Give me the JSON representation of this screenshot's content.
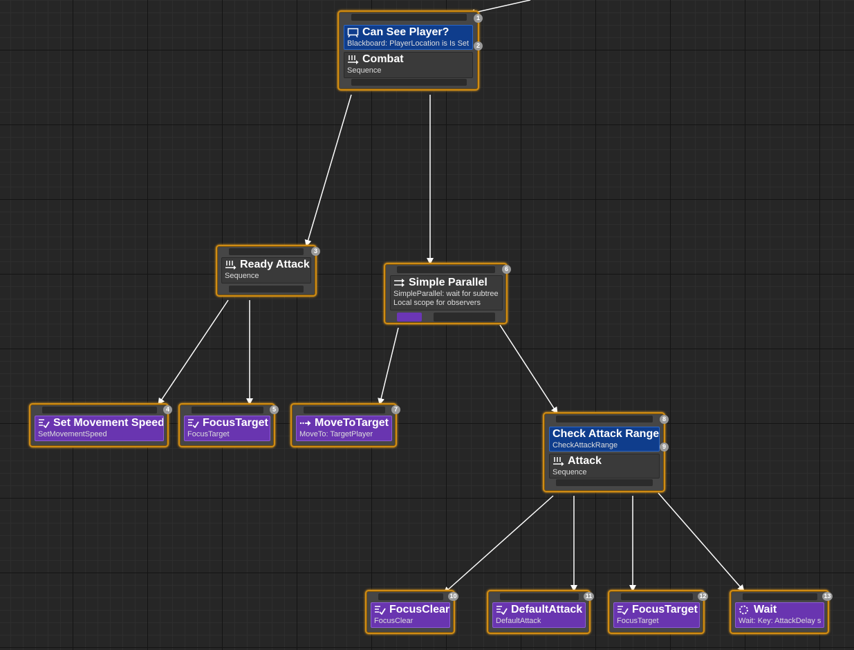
{
  "colors": {
    "node_border": "#d08c14",
    "decorator": "#0f3d8c",
    "composite": "#3a3a3a",
    "task": "#6935b0",
    "edge": "#ffffff",
    "grid": "#262626"
  },
  "nodes": {
    "combat": {
      "decorator_title": "Can See Player?",
      "decorator_sub": "Blackboard: PlayerLocation is Is Set",
      "decorator_badge": "2",
      "title": "Combat",
      "sub": "Sequence",
      "badge": "1",
      "icon": "sequence-icon"
    },
    "ready_attack": {
      "title": "Ready Attack",
      "sub": "Sequence",
      "badge": "3",
      "icon": "sequence-icon"
    },
    "simple_parallel": {
      "title": "Simple Parallel",
      "sub": "SimpleParallel: wait for subtree",
      "sub2": "Local scope for observers",
      "badge": "6",
      "icon": "parallel-icon"
    },
    "set_movement_speed": {
      "title": "Set Movement Speed",
      "sub": "SetMovementSpeed",
      "badge": "4",
      "icon": "task-icon"
    },
    "focus_target_1": {
      "title": "FocusTarget",
      "sub": "FocusTarget",
      "badge": "5",
      "icon": "task-icon"
    },
    "move_to_target": {
      "title": "MoveToTarget",
      "sub": "MoveTo: TargetPlayer",
      "badge": "7",
      "icon": "move-to-icon"
    },
    "attack": {
      "decorator_title": "Check Attack Range",
      "decorator_sub": "CheckAttackRange",
      "decorator_badge": "9",
      "title": "Attack",
      "sub": "Sequence",
      "badge": "8",
      "icon": "sequence-icon"
    },
    "focus_clear": {
      "title": "FocusClear",
      "sub": "FocusClear",
      "badge": "10",
      "icon": "task-icon"
    },
    "default_attack": {
      "title": "DefaultAttack",
      "sub": "DefaultAttack",
      "badge": "11",
      "icon": "task-icon"
    },
    "focus_target_2": {
      "title": "FocusTarget",
      "sub": "FocusTarget",
      "badge": "12",
      "icon": "task-icon"
    },
    "wait": {
      "title": "Wait",
      "sub": "Wait: Key: AttackDelay s",
      "badge": "13",
      "icon": "wait-icon"
    }
  }
}
